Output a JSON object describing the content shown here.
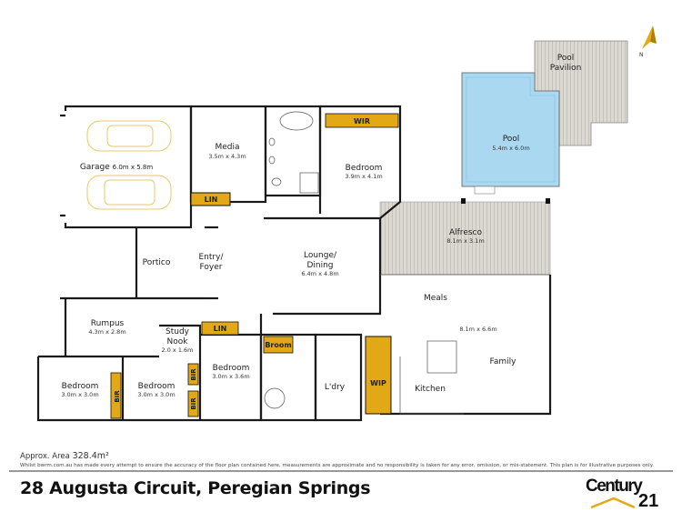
{
  "rooms": {
    "garage": {
      "name": "Garage",
      "dim": "6.0m x 5.8m"
    },
    "media": {
      "name": "Media",
      "dim": "3.5m x 4.3m"
    },
    "bedroom_main": {
      "name": "Bedroom",
      "dim": "3.9m x 4.1m"
    },
    "wir": "WIR",
    "lin1": "LIN",
    "lin2": "LIN",
    "pool": {
      "name": "Pool",
      "dim": "5.4m x 6.0m"
    },
    "pool_pavilion": {
      "name1": "Pool",
      "name2": "Pavilion"
    },
    "alfresco": {
      "name": "Alfresco",
      "dim": "8.1m x 3.1m"
    },
    "portico": "Portico",
    "entry": {
      "name1": "Entry/",
      "name2": "Foyer"
    },
    "lounge": {
      "name1": "Lounge/",
      "name2": "Dining",
      "dim": "6.4m x 4.8m"
    },
    "meals": "Meals",
    "family": {
      "name": "Family",
      "dim": "8.1m x 6.6m"
    },
    "kitchen": "Kitchen",
    "rumpus": {
      "name": "Rumpus",
      "dim": "4.3m x 2.8m"
    },
    "study": {
      "name1": "Study",
      "name2": "Nook",
      "dim": "2.0 x 1.6m"
    },
    "bedroom3": {
      "name": "Bedroom",
      "dim": "3.0m x 3.6m"
    },
    "bedroom2": {
      "name": "Bedroom",
      "dim": "3.0m x 3.0m"
    },
    "bedroom1": {
      "name": "Bedroom",
      "dim": "3.0m x 3.0m"
    },
    "bir": "BIR",
    "broom": "Broom",
    "ldry": "L'dry",
    "wip": "WIP"
  },
  "footer": {
    "area_label": "Approx. Area",
    "area_value": "328.4m²",
    "disclaimer": "Whilst bwrm.com.au has made every attempt to ensure the accuracy of the floor plan contained here, measurements are approximate and no responsibility is taken for any error, omission, or mis-statement. This plan is for illustrative purposes only.",
    "address": "28 Augusta Circuit, Peregian Springs",
    "logo_text": "Century21"
  },
  "colors": {
    "accent": "#e3a815",
    "pool": "#a9d8f0",
    "wall": "#1a1a1a",
    "deck": "#d9d5cf"
  },
  "icons": [
    "north-arrow-icon",
    "car-icon",
    "bathtub-icon",
    "toilet-icon",
    "sink-icon"
  ]
}
